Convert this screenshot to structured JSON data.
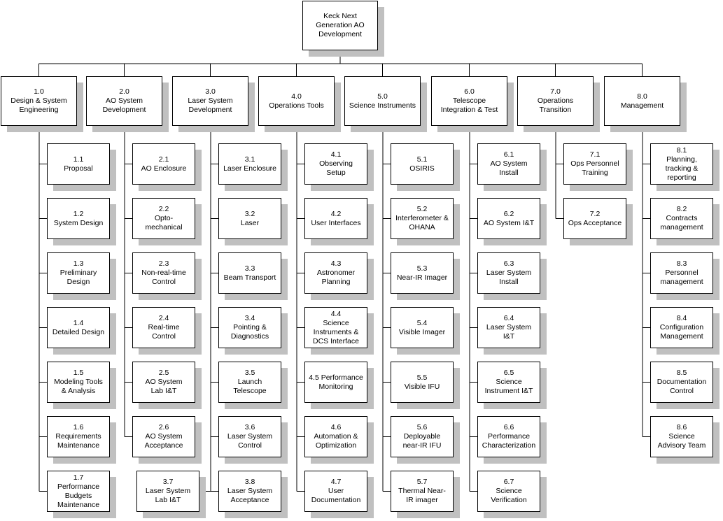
{
  "root": {
    "text": "Keck Next\nGeneration AO\nDevelopment"
  },
  "categories": [
    {
      "text": "1.0\nDesign & System\nEngineering",
      "items": [
        "1.1\nProposal",
        "1.2\nSystem Design",
        "1.3\nPreliminary\nDesign",
        "1.4\nDetailed Design",
        "1.5\nModeling Tools\n& Analysis",
        "1.6\nRequirements\nMaintenance",
        "1.7\nPerformance\nBudgets\nMaintenance"
      ]
    },
    {
      "text": "2.0\nAO System\nDevelopment",
      "items": [
        "2.1\nAO Enclosure",
        "2.2\nOpto-\nmechanical",
        "2.3\nNon-real-time\nControl",
        "2.4\nReal-time\nControl",
        "2.5\nAO System\nLab I&T",
        "2.6\nAO System\nAcceptance"
      ]
    },
    {
      "text": "3.0\nLaser System\nDevelopment",
      "items": [
        "3.1\nLaser Enclosure",
        "3.2\nLaser",
        "3.3\nBeam Transport",
        "3.4\nPointing &\nDiagnostics",
        "3.5\nLaunch\nTelescope",
        "3.6\nLaser System\nControl",
        "3.8\nLaser System\nAcceptance"
      ],
      "extra": "3.7\nLaser System\nLab I&T"
    },
    {
      "text": "4.0\nOperations Tools",
      "items": [
        "4.1\nObserving\nSetup",
        "4.2\nUser Interfaces",
        "4.3\nAstronomer\nPlanning",
        "4.4\nScience\nInstruments &\nDCS Interface",
        "4.5 Performance\nMonitoring",
        "4.6\nAutomation &\nOptimization",
        "4.7\nUser\nDocumentation"
      ]
    },
    {
      "text": "5.0\nScience Instruments",
      "items": [
        "5.1\nOSIRIS",
        "5.2\nInterferometer &\nOHANA",
        "5.3\nNear-IR Imager",
        "5.4\nVisible Imager",
        "5.5\nVisible IFU",
        "5.6\nDeployable\nnear-IR IFU",
        "5.7\nThermal Near-\nIR imager"
      ]
    },
    {
      "text": "6.0\nTelescope\nIntegration & Test",
      "items": [
        "6.1\nAO System\nInstall",
        "6.2\nAO System I&T",
        "6.3\nLaser System\nInstall",
        "6.4\nLaser System\nI&T",
        "6.5\nScience\nInstrument I&T",
        "6.6\nPerformance\nCharacterization",
        "6.7\nScience\nVerification"
      ]
    },
    {
      "text": "7.0\nOperations\nTransition",
      "items": [
        "7.1\nOps Personnel\nTraining",
        "7.2\nOps Acceptance"
      ]
    },
    {
      "text": "8.0\nManagement",
      "items": [
        "8.1\nPlanning,\ntracking &\nreporting",
        "8.2\nContracts\nmanagement",
        "8.3\nPersonnel\nmanagement",
        "8.4\nConfiguration\nManagement",
        "8.5\nDocumentation\nControl",
        "8.6\nScience\nAdvisory Team"
      ]
    }
  ]
}
